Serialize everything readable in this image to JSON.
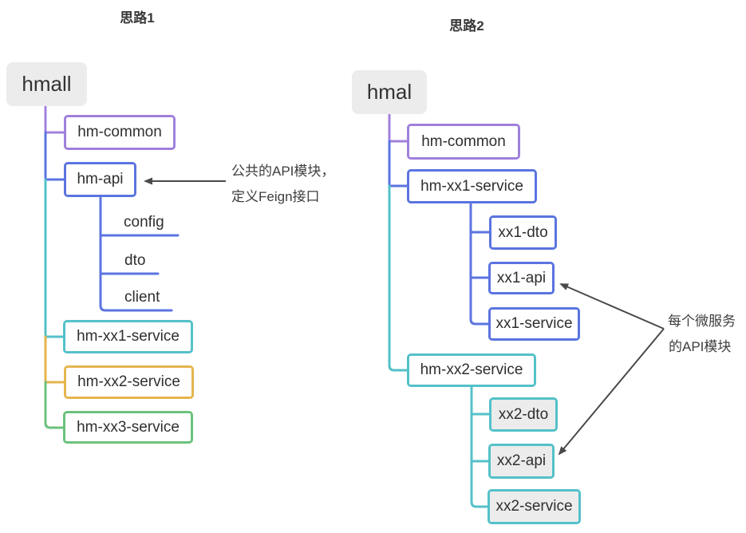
{
  "palette": {
    "purple": "#a080dd",
    "blue": "#5b74e0",
    "teal": "#54c1c9",
    "gold": "#e5b54e",
    "green": "#6cc27d",
    "arrow": "#4a4a4a",
    "text": "#2f2f2f",
    "root_fill": "#ececec",
    "shaded_node_fill": "#ececec"
  },
  "approach1": {
    "title": "思路1",
    "root": "hmall",
    "nodes": {
      "hm_common": "hm-common",
      "hm_api": "hm-api",
      "config": "config",
      "dto": "dto",
      "client": "client",
      "hm_xx1_service": "hm-xx1-service",
      "hm_xx2_service": "hm-xx2-service",
      "hm_xx3_service": "hm-xx3-service"
    },
    "annotation": {
      "line1": "公共的API模块，",
      "line2": "定义Feign接口"
    }
  },
  "approach2": {
    "title": "思路2",
    "root": "hmal",
    "nodes": {
      "hm_common": "hm-common",
      "hm_xx1_service": "hm-xx1-service",
      "xx1_dto": "xx1-dto",
      "xx1_api": "xx1-api",
      "xx1_service": "xx1-service",
      "hm_xx2_service": "hm-xx2-service",
      "xx2_dto": "xx2-dto",
      "xx2_api": "xx2-api",
      "xx2_service": "xx2-service"
    },
    "annotation": {
      "line1": "每个微服务",
      "line2": "的API模块"
    }
  }
}
